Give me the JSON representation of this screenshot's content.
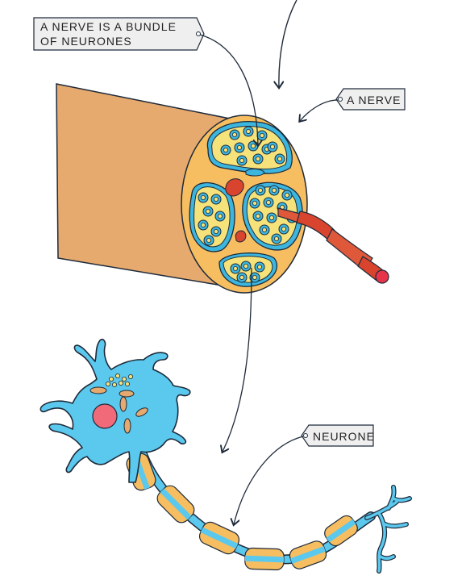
{
  "labels": {
    "nerve_bundle_line1": "A NERVE IS A BUNDLE",
    "nerve_bundle_line2": "OF NEURONES",
    "nerve": "A NERVE",
    "neurone": "NEURONE"
  },
  "colors": {
    "nerve_body": "#E6AA6E",
    "nerve_face": "#F6BE60",
    "fascicle_fill": "#F6E27A",
    "myelin": "#3CB6DE",
    "axon_center": "#F6E27A",
    "blood_vessel": "#D8442E",
    "neurone_body": "#5BC8EE",
    "nucleus": "#F06A7A",
    "schwann_cell": "#F6BE60",
    "outline": "#1E2A3A",
    "label_bg": "#EFEFEF"
  }
}
